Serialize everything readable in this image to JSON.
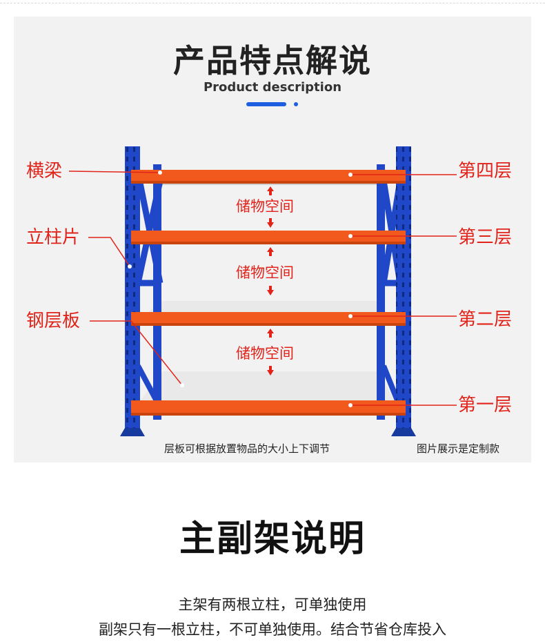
{
  "header": {
    "title": "产品特点解说",
    "subtitle": "Product description"
  },
  "diagram": {
    "part_labels": {
      "beam": "横梁",
      "upright": "立柱片",
      "steel_shelf": "钢层板"
    },
    "level_labels": [
      "第四层",
      "第三层",
      "第二层",
      "第一层"
    ],
    "storage_label": "储物空间",
    "caption_left": "层板可根据放置物品的大小上下调节",
    "caption_right": "图片展示是定制款",
    "colors": {
      "upright": "#1f47c8",
      "beam": "#f25a1d",
      "shelf": "#e4e4e4",
      "label": "#e2231a"
    }
  },
  "section2": {
    "title": "主副架说明",
    "line1": "主架有两根立柱，可单独使用",
    "line2": "副架只有一根立柱，不可单独使用。结合节省仓库投入"
  }
}
